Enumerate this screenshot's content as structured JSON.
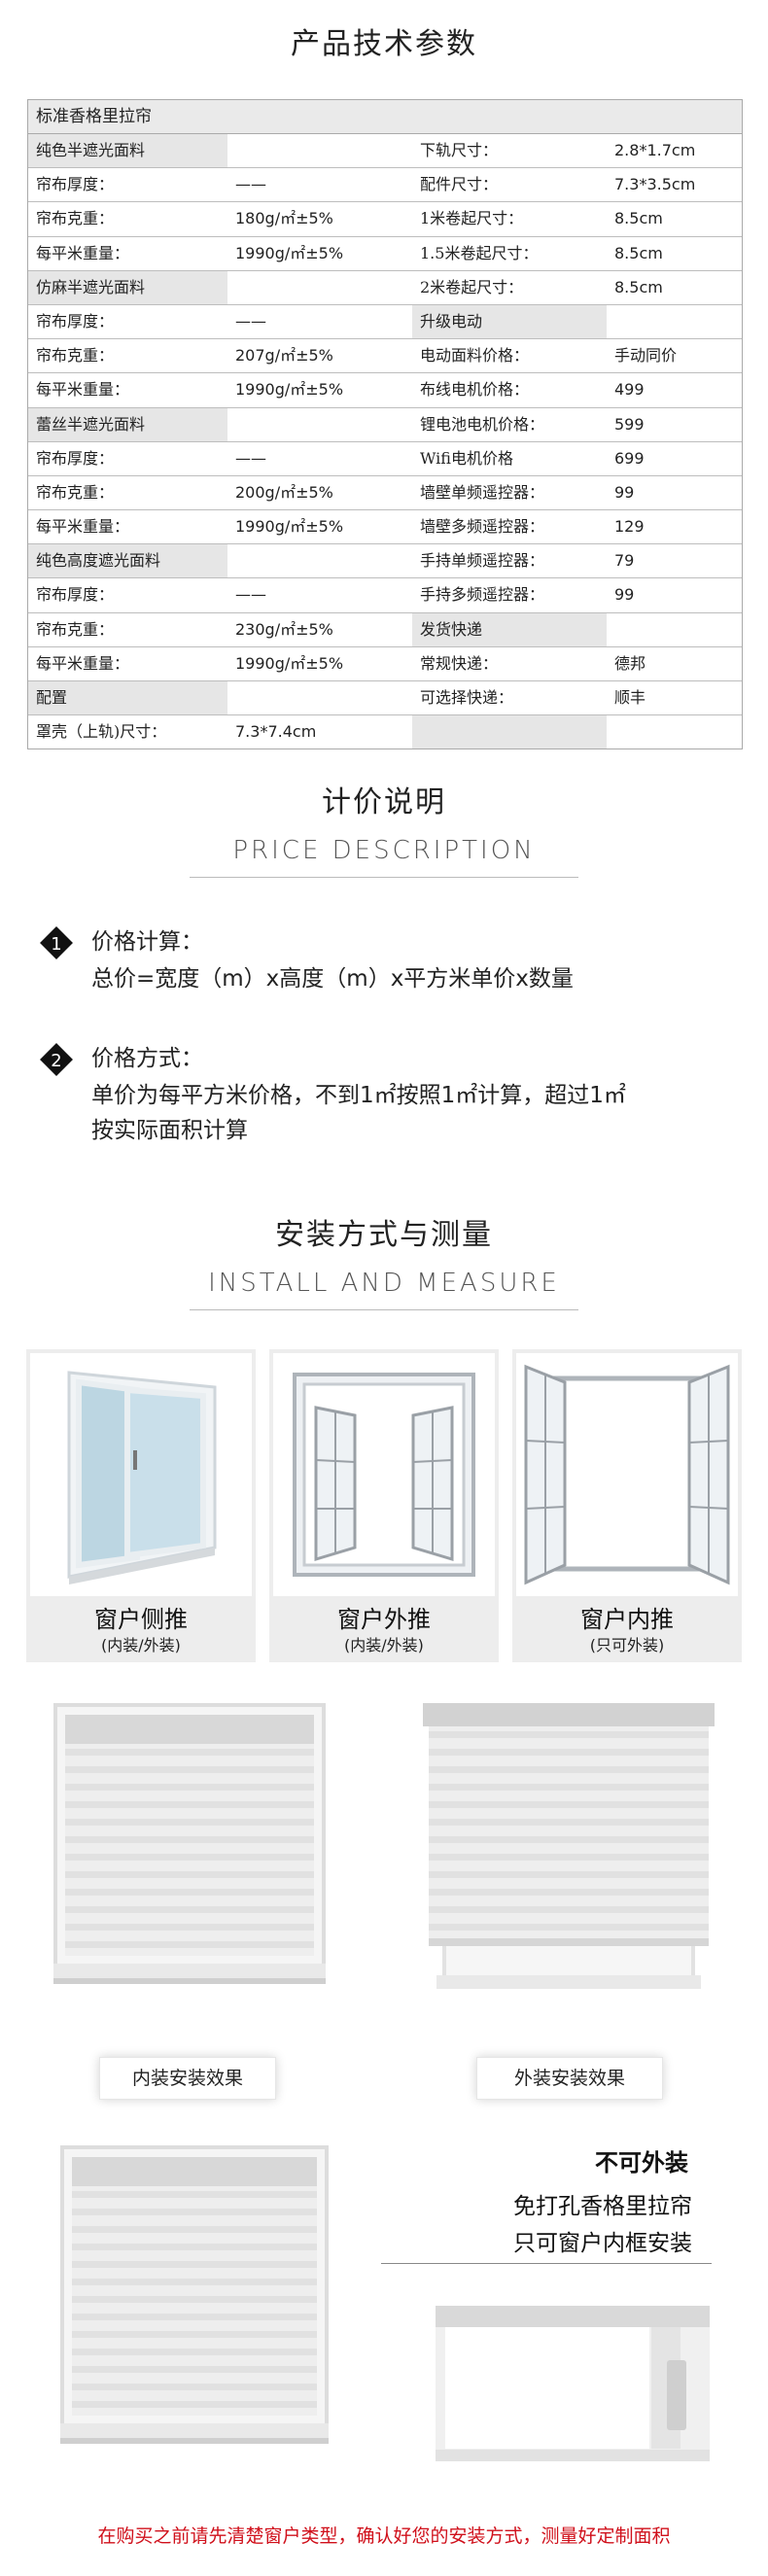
{
  "spec_title": "产品技术参数",
  "spec": {
    "title": "标准香格里拉帘",
    "rows": [
      [
        "纯色半遮光面料",
        "",
        "下轨尺寸：",
        "2.8*1.7cm"
      ],
      [
        "帘布厚度：",
        "——",
        "配件尺寸：",
        "7.3*3.5cm"
      ],
      [
        "帘布克重：",
        "180g/㎡±5%",
        "1米卷起尺寸：",
        "8.5cm"
      ],
      [
        "每平米重量：",
        "1990g/㎡±5%",
        "1.5米卷起尺寸：",
        "8.5cm"
      ],
      [
        "仿麻半遮光面料",
        "",
        "2米卷起尺寸：",
        "8.5cm"
      ],
      [
        "帘布厚度：",
        "——",
        "升级电动",
        ""
      ],
      [
        "帘布克重：",
        "207g/㎡±5%",
        "电动面料价格：",
        "手动同价"
      ],
      [
        "每平米重量：",
        "1990g/㎡±5%",
        "布线电机价格：",
        "499"
      ],
      [
        "蕾丝半遮光面料",
        "",
        "锂电池电机价格：",
        "599"
      ],
      [
        "帘布厚度：",
        "——",
        "Wifi电机价格",
        "699"
      ],
      [
        "帘布克重：",
        "200g/㎡±5%",
        "墙壁单频遥控器：",
        "99"
      ],
      [
        "每平米重量：",
        "1990g/㎡±5%",
        "墙壁多频遥控器：",
        "129"
      ],
      [
        "纯色高度遮光面料",
        "",
        "手持单频遥控器：",
        "79"
      ],
      [
        "帘布厚度：",
        "——",
        "手持多频遥控器：",
        "99"
      ],
      [
        "帘布克重：",
        "230g/㎡±5%",
        "发货快递",
        ""
      ],
      [
        "每平米重量：",
        "1990g/㎡±5%",
        "常规快递：",
        "德邦"
      ],
      [
        "配置",
        "",
        "可选择快递：",
        "顺丰"
      ],
      [
        "罩壳（上轨)尺寸：",
        "7.3*7.4cm",
        "",
        ""
      ]
    ]
  },
  "price": {
    "title": "计价说明",
    "subtitle": "PRICE DESCRIPTION",
    "items": [
      {
        "num": "1",
        "head": "价格计算：",
        "body": [
          "总价=宽度（m）x高度（m）x平方米单价x数量"
        ]
      },
      {
        "num": "2",
        "head": "价格方式：",
        "body": [
          "单价为每平方米价格，不到1㎡按照1㎡计算，超过1㎡",
          "按实际面积计算"
        ]
      }
    ]
  },
  "install": {
    "title": "安装方式与测量",
    "subtitle": "INSTALL AND MEASURE",
    "windows": [
      {
        "label": "窗户侧推",
        "sub": "(内装/外装)"
      },
      {
        "label": "窗户外推",
        "sub": "(内装/外装)"
      },
      {
        "label": "窗户内推",
        "sub": "(只可外装)"
      }
    ],
    "inside_label": "内装安装效果",
    "outside_label": "外装安装效果",
    "note_title": "不可外装",
    "note_lines": [
      "免打孔香格里拉帘",
      "只可窗户内框安装"
    ]
  },
  "footer_warning": "在购买之前请先清楚窗户类型，确认好您的安装方式，测量好定制面积",
  "colors": {
    "warning": "#d0101b",
    "shade": "#e6e6e6"
  }
}
